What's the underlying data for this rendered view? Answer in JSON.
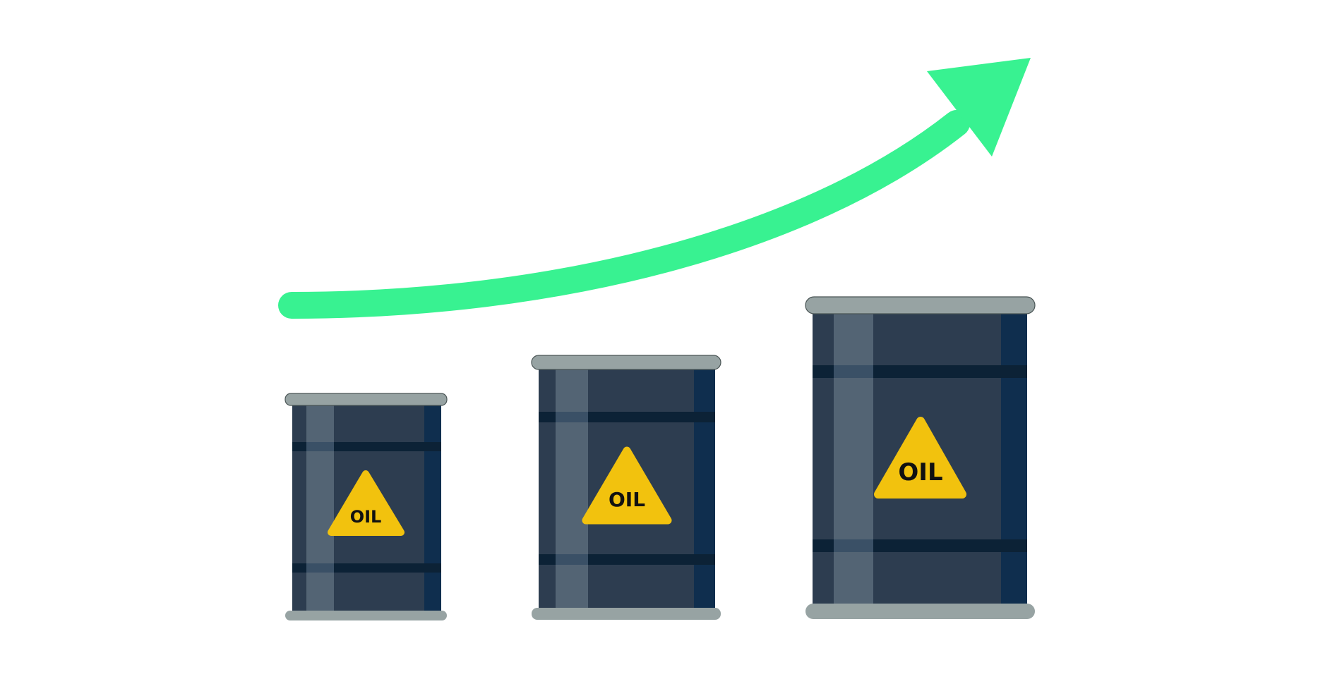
{
  "illustration": {
    "arrow": {
      "color": "#38f291",
      "icon": "upward-trend-arrow"
    },
    "barrels": [
      {
        "label": "OIL",
        "size": "small"
      },
      {
        "label": "OIL",
        "size": "medium"
      },
      {
        "label": "OIL",
        "size": "large"
      }
    ],
    "colors": {
      "barrel_body": "#2d3d50",
      "barrel_highlight": "#536474",
      "barrel_shadow": "#0f2e4e",
      "barrel_band": "#0c2236",
      "barrel_band_highlight": "#3a5066",
      "barrel_rim": "#97a3a3",
      "label_triangle": "#f2c20e",
      "label_text": "#111111",
      "background": "#ffffff"
    }
  }
}
